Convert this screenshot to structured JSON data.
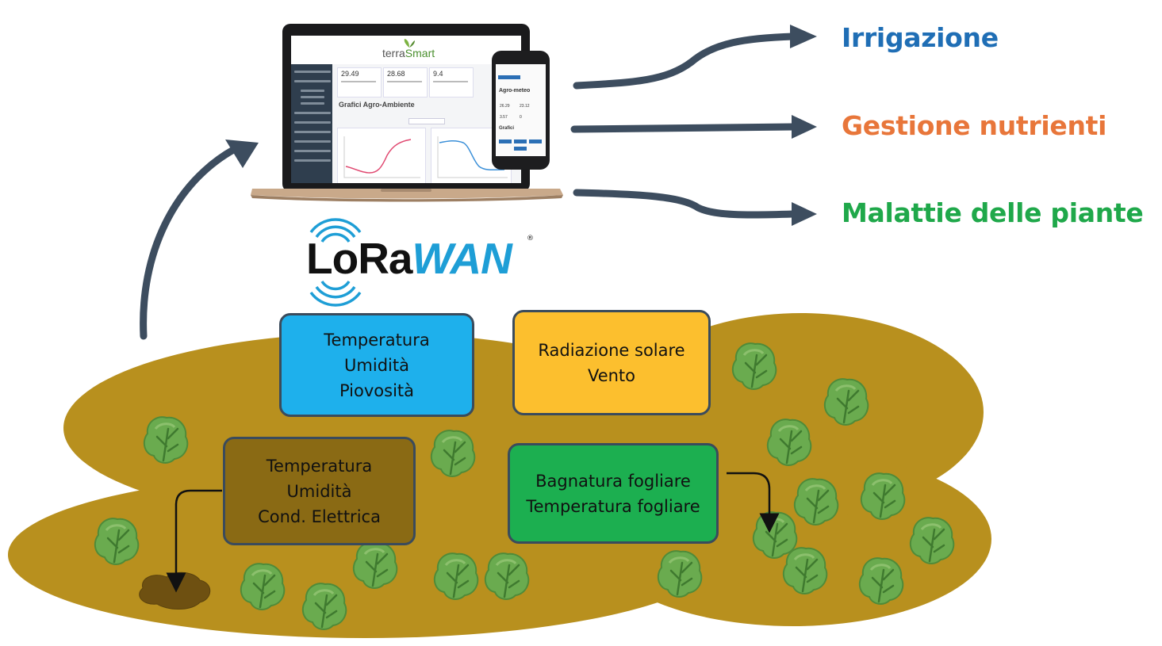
{
  "outputs": {
    "irrigation": "Irrigazione",
    "nutrients": "Gestione nutrienti",
    "diseases": "Malattie delle piante"
  },
  "colors": {
    "irrigation": "#1f6eb5",
    "nutrients": "#e8763a",
    "diseases": "#1fa84a",
    "arrow": "#3d4d5f",
    "soil": "#b8901e",
    "box_air": "#1eb0ec",
    "box_sun": "#fcbf2e",
    "box_soil": "#8a6a14",
    "box_leaf": "#1caf50",
    "lettuce": "#6aab4f"
  },
  "dashboard": {
    "brand_prefix": "terra",
    "brand_suffix": "Smart",
    "kpis": [
      "29.49",
      "28.68",
      "9.4"
    ],
    "title": "Grafici Agro-Ambiente",
    "phone_title": "Agro-meteo",
    "phone_values": [
      "26.29",
      "23.12",
      "3.57",
      "0"
    ],
    "phone_section": "Grafici"
  },
  "network": {
    "logo_main": "LoRa",
    "logo_accent": "WAN",
    "logo_mark": "®"
  },
  "sensors": {
    "air": [
      "Temperatura",
      "Umidità",
      "Piovosità"
    ],
    "sun": [
      "Radiazione solare",
      "Vento"
    ],
    "soil": [
      "Temperatura",
      "Umidità",
      "Cond. Elettrica"
    ],
    "leaf": [
      "Bagnatura fogliare",
      "Temperatura fogliare"
    ]
  }
}
